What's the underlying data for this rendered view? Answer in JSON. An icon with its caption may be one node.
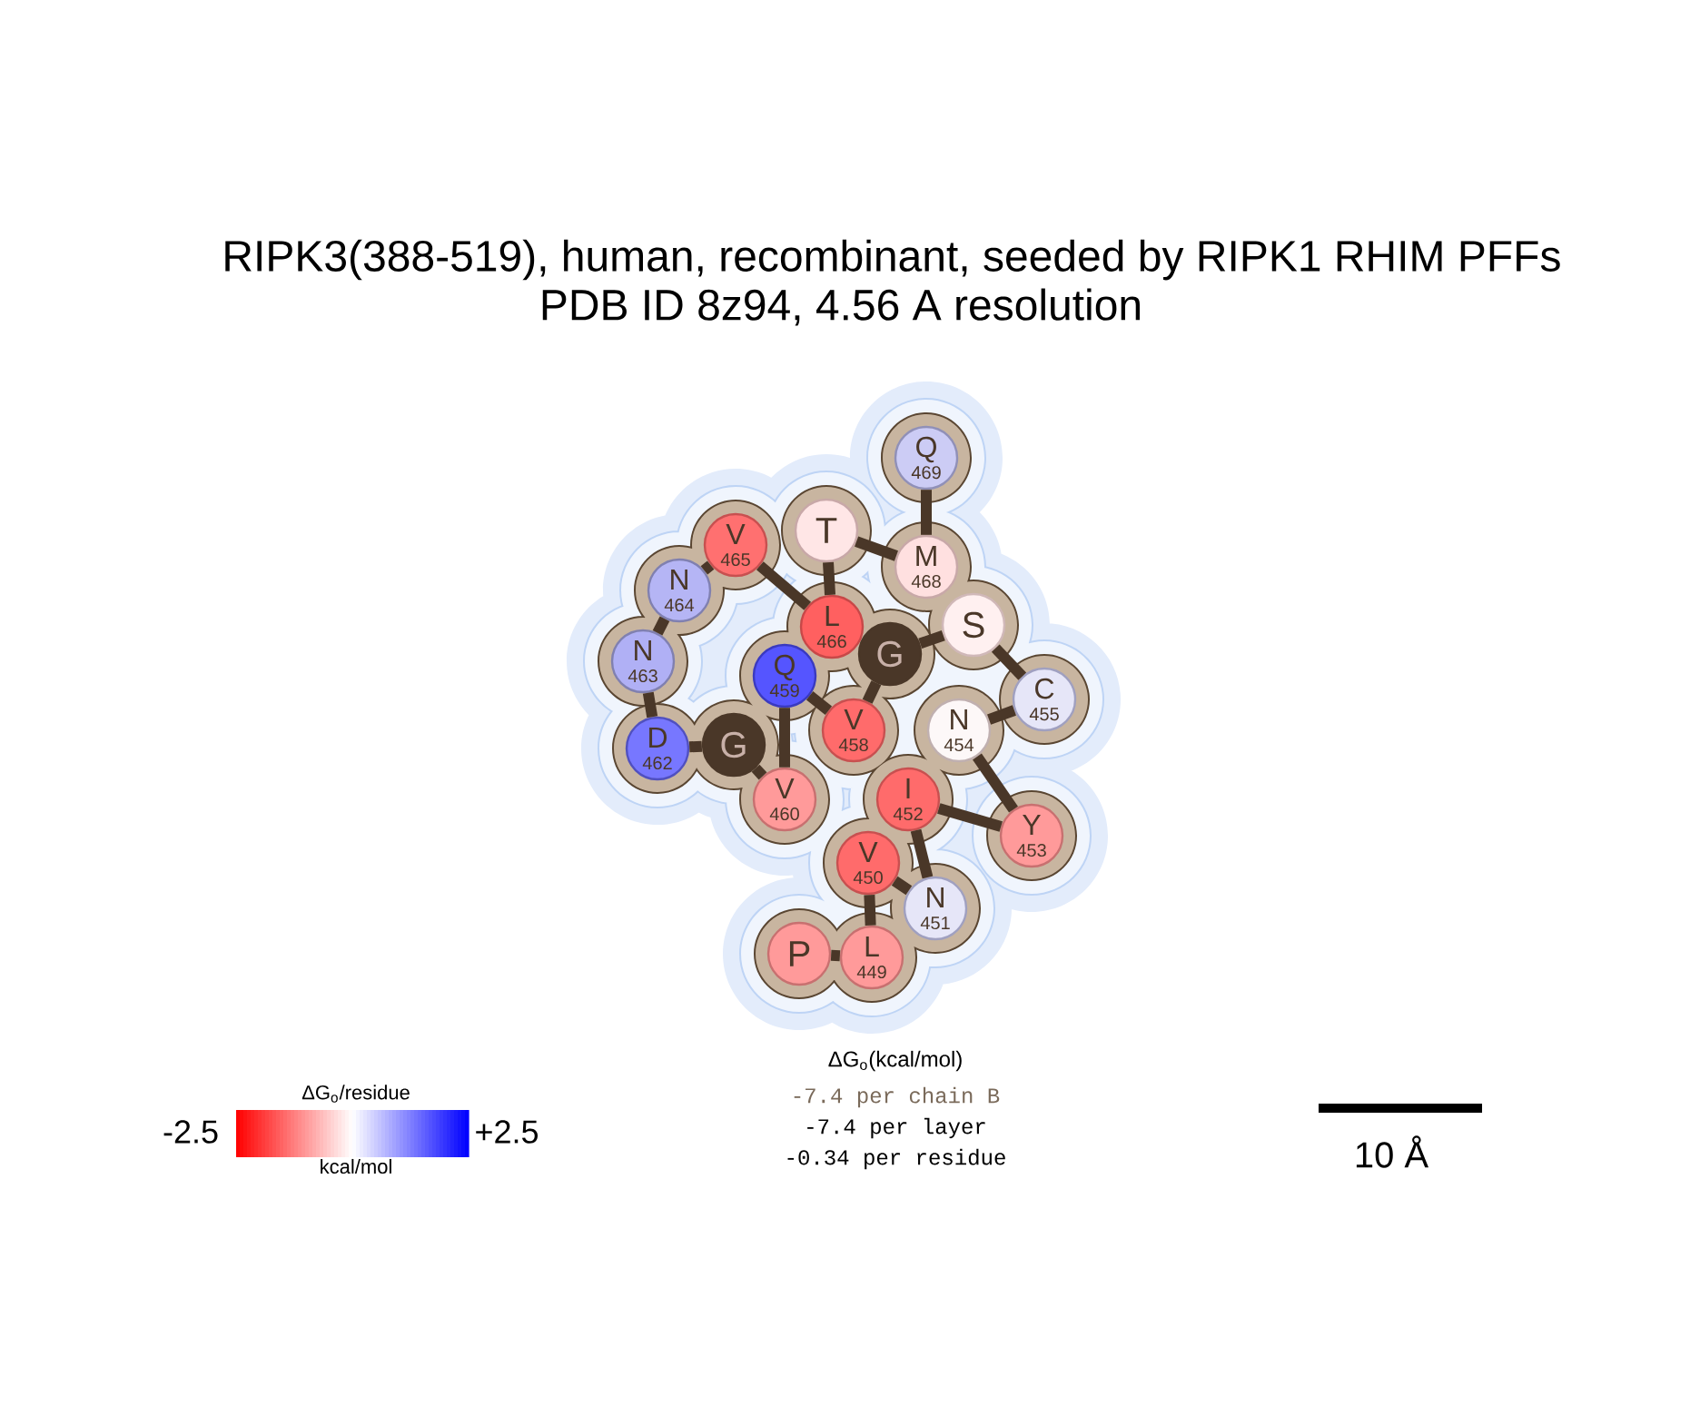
{
  "diagram": {
    "title": "RIPK3(388-519), human, recombinant, seeded by RIPK1 RHIM PFFs",
    "nodes": [
      {
        "text": [
          "P"
        ]
      },
      {
        "text": [
          "L",
          "449"
        ]
      },
      {
        "text": [
          "V",
          "450"
        ]
      },
      {
        "text": [
          "N",
          "451"
        ]
      },
      {
        "text": [
          "I",
          "452"
        ]
      },
      {
        "text": [
          "Y",
          "453"
        ]
      },
      {
        "text": [
          "N",
          "454"
        ]
      },
      {
        "text": [
          "C",
          "455"
        ]
      },
      {
        "text": [
          "S"
        ]
      },
      {
        "text": [
          "G"
        ]
      },
      {
        "text": [
          "V",
          "458"
        ]
      },
      {
        "text": [
          "Q",
          "459"
        ]
      },
      {
        "text": [
          "V",
          "460"
        ]
      },
      {
        "text": [
          "G"
        ]
      },
      {
        "text": [
          "D",
          "462"
        ]
      },
      {
        "text": [
          "N",
          "463"
        ]
      },
      {
        "text": [
          "N",
          "464"
        ]
      },
      {
        "text": [
          "V",
          "465"
        ]
      },
      {
        "text": [
          "L",
          "466"
        ]
      },
      {
        "text": [
          "T"
        ]
      },
      {
        "text": [
          "M",
          "468"
        ]
      },
      {
        "text": [
          "Q",
          "469"
        ]
      }
    ],
    "edges": [
      {
        "from": 0,
        "to": 1,
        "arrow": "none"
      },
      {
        "from": 1,
        "to": 2,
        "arrow": "none"
      },
      {
        "from": 2,
        "to": 3,
        "arrow": "none"
      },
      {
        "from": 3,
        "to": 4,
        "arrow": "none"
      },
      {
        "from": 4,
        "to": 5,
        "arrow": "none"
      },
      {
        "from": 5,
        "to": 6,
        "arrow": "none"
      },
      {
        "from": 6,
        "to": 7,
        "arrow": "none"
      },
      {
        "from": 7,
        "to": 8,
        "arrow": "none"
      },
      {
        "from": 8,
        "to": 9,
        "arrow": "none"
      },
      {
        "from": 9,
        "to": 10,
        "arrow": "none"
      },
      {
        "from": 10,
        "to": 11,
        "arrow": "none"
      },
      {
        "from": 11,
        "to": 12,
        "arrow": "none"
      },
      {
        "from": 12,
        "to": 13,
        "arrow": "none"
      },
      {
        "from": 13,
        "to": 14,
        "arrow": "none"
      },
      {
        "from": 14,
        "to": 15,
        "arrow": "none"
      },
      {
        "from": 15,
        "to": 16,
        "arrow": "none"
      },
      {
        "from": 16,
        "to": 17,
        "arrow": "none"
      },
      {
        "from": 17,
        "to": 18,
        "arrow": "none"
      },
      {
        "from": 18,
        "to": 19,
        "arrow": "none"
      },
      {
        "from": 19,
        "to": 20,
        "arrow": "none"
      },
      {
        "from": 20,
        "to": 21,
        "arrow": "none"
      }
    ],
    "labels": [
      "PDB ID 8z94, 4.56 A resolution",
      "ΔG$_{o}$/residue",
      "-2.5",
      "+2.5",
      "kcal/mol",
      "ΔG$_{o}$(kcal/mol)",
      "-7.4 per chain B",
      "-7.4 per layer",
      "-0.34 per residue",
      "10 Å"
    ]
  }
}
